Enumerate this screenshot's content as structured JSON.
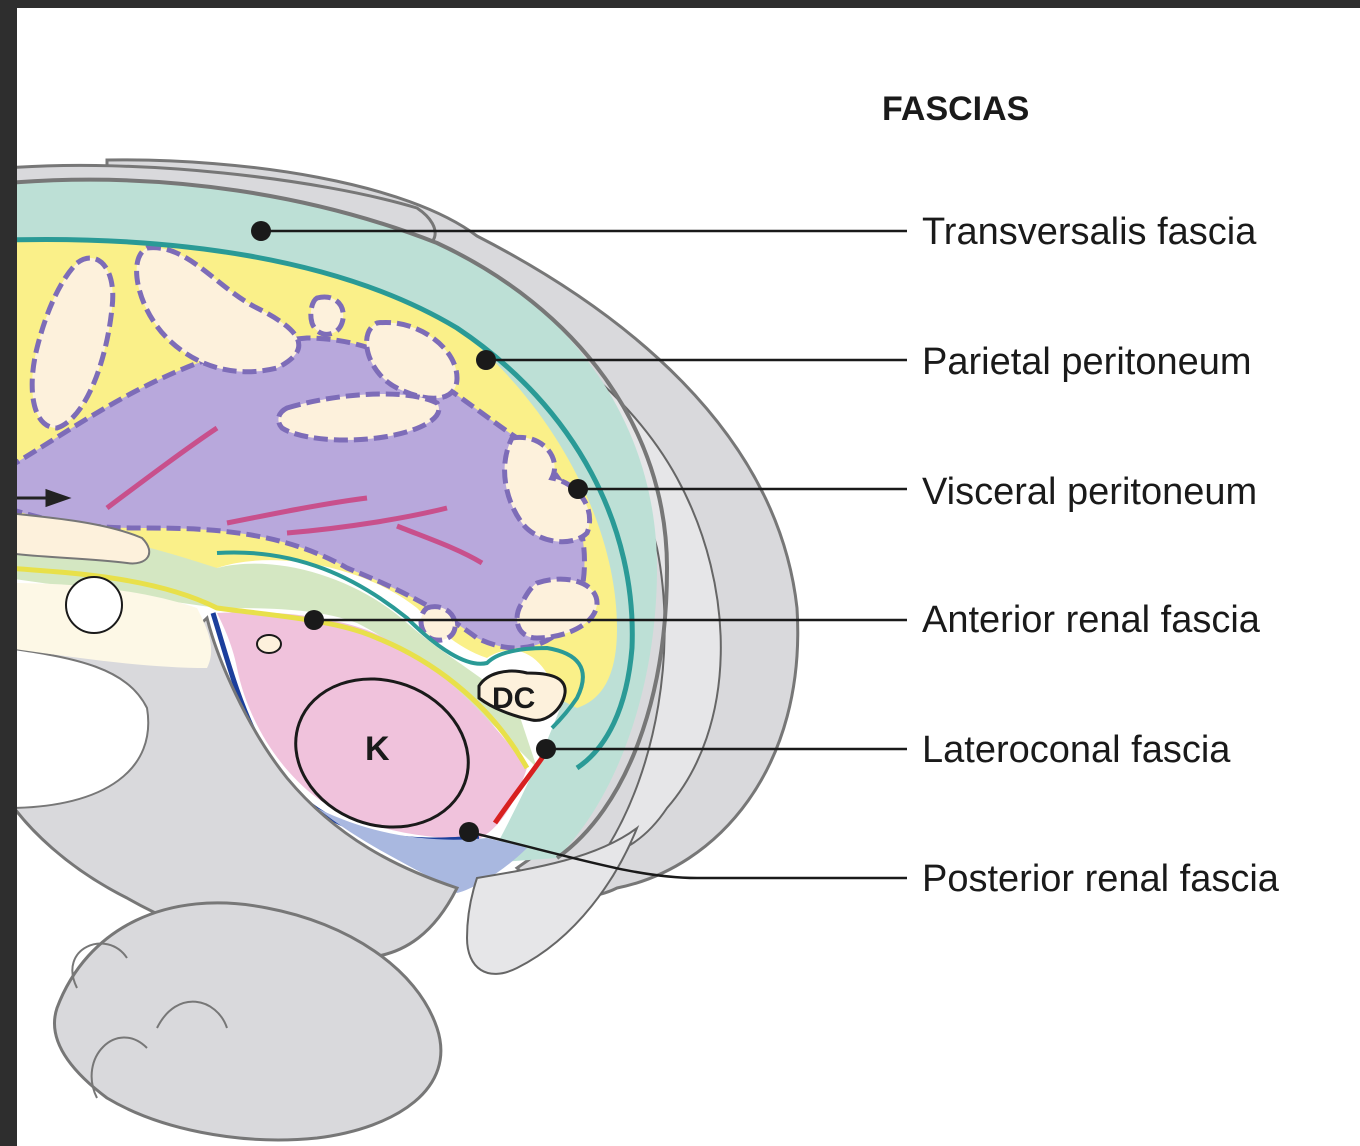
{
  "heading": "FASCIAS",
  "labels": [
    "Transversalis fascia",
    "Parietal peritoneum",
    "Visceral peritoneum",
    "Anterior renal fascia",
    "Lateroconal fascia",
    "Posterior renal fascia"
  ],
  "organs": {
    "kidney": "K",
    "descending_colon": "DC"
  },
  "colors": {
    "transversalis_fascia": "#2a9a96",
    "peritoneum": "#7d6cb8",
    "anterior_renal_fascia": "#e8e04a",
    "lateroconal_fascia": "#d82020",
    "posterior_renal_fascia": "#1c3f9c",
    "kidney": "#f0c2dc",
    "intraperitoneal_fat": "#faf089",
    "muscle": "#d9d9dc"
  }
}
